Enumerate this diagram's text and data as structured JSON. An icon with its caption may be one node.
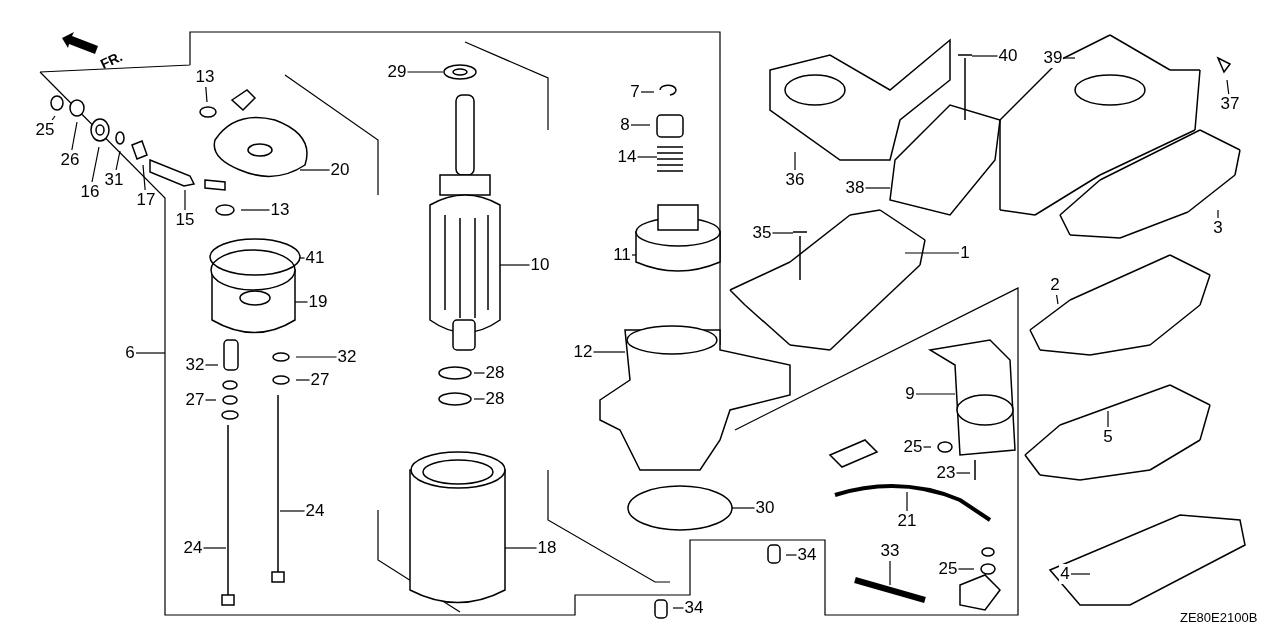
{
  "diagram": {
    "nodes": [
      {
        "text": [
          "13"
        ]
      },
      {
        "text": [
          "25"
        ]
      },
      {
        "text": [
          "26"
        ]
      },
      {
        "text": [
          "16"
        ]
      },
      {
        "text": [
          "31"
        ]
      },
      {
        "text": [
          "17"
        ]
      },
      {
        "text": [
          "15"
        ]
      },
      {
        "text": [
          "20"
        ]
      },
      {
        "text": [
          "13"
        ]
      },
      {
        "text": [
          "41"
        ]
      },
      {
        "text": [
          "19"
        ]
      },
      {
        "text": [
          "6"
        ]
      },
      {
        "text": [
          "32"
        ]
      },
      {
        "text": [
          "32"
        ]
      },
      {
        "text": [
          "27"
        ]
      },
      {
        "text": [
          "27"
        ]
      },
      {
        "text": [
          "24"
        ]
      },
      {
        "text": [
          "24"
        ]
      },
      {
        "text": [
          "29"
        ]
      },
      {
        "text": [
          "10"
        ]
      },
      {
        "text": [
          "28"
        ]
      },
      {
        "text": [
          "28"
        ]
      },
      {
        "text": [
          "18"
        ]
      },
      {
        "text": [
          "7"
        ]
      },
      {
        "text": [
          "8"
        ]
      },
      {
        "text": [
          "14"
        ]
      },
      {
        "text": [
          "11"
        ]
      },
      {
        "text": [
          "12"
        ]
      },
      {
        "text": [
          "30"
        ]
      },
      {
        "text": [
          "36"
        ]
      },
      {
        "text": [
          "38"
        ]
      },
      {
        "text": [
          "40"
        ]
      },
      {
        "text": [
          "39"
        ]
      },
      {
        "text": [
          "37"
        ]
      },
      {
        "text": [
          "3"
        ]
      },
      {
        "text": [
          "35"
        ]
      },
      {
        "text": [
          "1"
        ]
      },
      {
        "text": [
          "2"
        ]
      },
      {
        "text": [
          "9"
        ]
      },
      {
        "text": [
          "25"
        ]
      },
      {
        "text": [
          "23"
        ]
      },
      {
        "text": [
          "21"
        ]
      },
      {
        "text": [
          "33"
        ]
      },
      {
        "text": [
          "34"
        ]
      },
      {
        "text": [
          "25"
        ]
      },
      {
        "text": [
          "5"
        ]
      },
      {
        "text": [
          "4"
        ]
      },
      {
        "text": [
          "34"
        ]
      }
    ],
    "edges": [
      {
        "from": 0,
        "to": null,
        "arrow": "none"
      },
      {
        "from": 1,
        "to": null,
        "arrow": "none"
      },
      {
        "from": 2,
        "to": null,
        "arrow": "none"
      },
      {
        "from": 3,
        "to": null,
        "arrow": "none"
      },
      {
        "from": 4,
        "to": null,
        "arrow": "none"
      },
      {
        "from": 5,
        "to": null,
        "arrow": "none"
      },
      {
        "from": 6,
        "to": null,
        "arrow": "none"
      },
      {
        "from": 7,
        "to": null,
        "arrow": "none"
      },
      {
        "from": 8,
        "to": null,
        "arrow": "none"
      },
      {
        "from": 9,
        "to": null,
        "arrow": "none"
      },
      {
        "from": 10,
        "to": null,
        "arrow": "none"
      },
      {
        "from": 11,
        "to": null,
        "arrow": "none"
      },
      {
        "from": 12,
        "to": null,
        "arrow": "none"
      },
      {
        "from": 13,
        "to": null,
        "arrow": "none"
      },
      {
        "from": 14,
        "to": null,
        "arrow": "none"
      },
      {
        "from": 15,
        "to": null,
        "arrow": "none"
      },
      {
        "from": 16,
        "to": null,
        "arrow": "none"
      },
      {
        "from": 17,
        "to": null,
        "arrow": "none"
      },
      {
        "from": 18,
        "to": null,
        "arrow": "none"
      },
      {
        "from": 19,
        "to": null,
        "arrow": "none"
      },
      {
        "from": 20,
        "to": null,
        "arrow": "none"
      },
      {
        "from": 21,
        "to": null,
        "arrow": "none"
      },
      {
        "from": 22,
        "to": null,
        "arrow": "none"
      },
      {
        "from": 23,
        "to": null,
        "arrow": "none"
      },
      {
        "from": 24,
        "to": null,
        "arrow": "none"
      },
      {
        "from": 25,
        "to": null,
        "arrow": "none"
      },
      {
        "from": 26,
        "to": null,
        "arrow": "none"
      },
      {
        "from": 27,
        "to": null,
        "arrow": "none"
      },
      {
        "from": 28,
        "to": null,
        "arrow": "none"
      },
      {
        "from": 29,
        "to": null,
        "arrow": "none"
      },
      {
        "from": 30,
        "to": null,
        "arrow": "none"
      },
      {
        "from": 31,
        "to": null,
        "arrow": "none"
      },
      {
        "from": 32,
        "to": null,
        "arrow": "none"
      },
      {
        "from": 33,
        "to": null,
        "arrow": "none"
      },
      {
        "from": 34,
        "to": null,
        "arrow": "none"
      },
      {
        "from": 35,
        "to": null,
        "arrow": "none"
      },
      {
        "from": 36,
        "to": null,
        "arrow": "none"
      },
      {
        "from": 37,
        "to": null,
        "arrow": "none"
      },
      {
        "from": 38,
        "to": null,
        "arrow": "none"
      },
      {
        "from": 39,
        "to": null,
        "arrow": "none"
      },
      {
        "from": 40,
        "to": null,
        "arrow": "none"
      },
      {
        "from": 41,
        "to": null,
        "arrow": "none"
      },
      {
        "from": 42,
        "to": null,
        "arrow": "none"
      },
      {
        "from": 43,
        "to": null,
        "arrow": "none"
      },
      {
        "from": 44,
        "to": null,
        "arrow": "none"
      },
      {
        "from": 45,
        "to": null,
        "arrow": "none"
      },
      {
        "from": 46,
        "to": null,
        "arrow": "none"
      },
      {
        "from": 47,
        "to": null,
        "arrow": "none"
      }
    ],
    "labels": [
      "FR.",
      "ZE80E2100B"
    ]
  }
}
